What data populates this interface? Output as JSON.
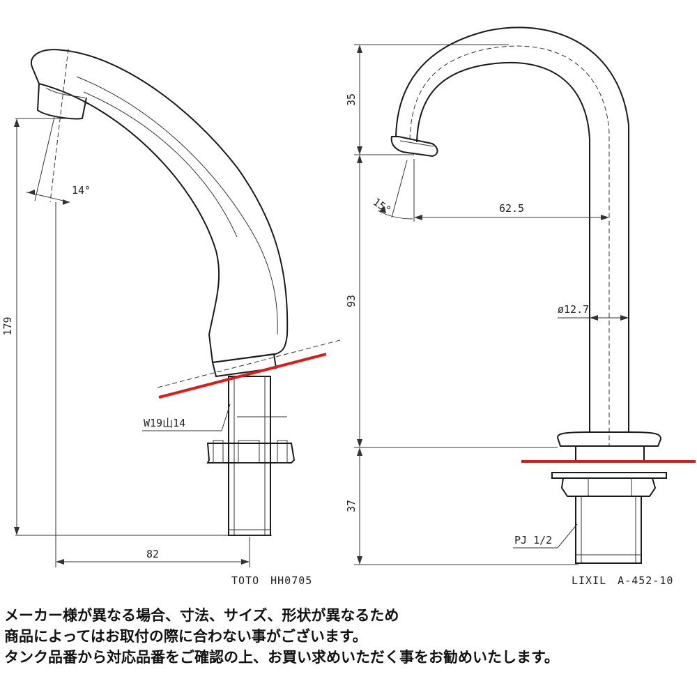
{
  "left_faucet": {
    "model_label": "TOTO　HH0705",
    "angle_label": "14°",
    "height_label": "179",
    "width_label": "82",
    "thread_label": "W19山14"
  },
  "right_faucet": {
    "model_label": "LIXIL　A-452-10",
    "angle_label": "15°",
    "spout_height_label": "35",
    "body_height_label": "93",
    "base_height_label": "37",
    "reach_label": "62.5",
    "diameter_label": "ø12.7",
    "thread_label": "PJ 1/2"
  },
  "mounting_line_color": "#e01818",
  "notes": [
    "メーカー様が異なる場合、寸法、サイズ、形状が異なるため",
    "商品によってはお取付の際に合わない事がございます。",
    "タンク品番から対応品番をご確認の上、お買い求めいただく事をお勧めいたします。"
  ]
}
